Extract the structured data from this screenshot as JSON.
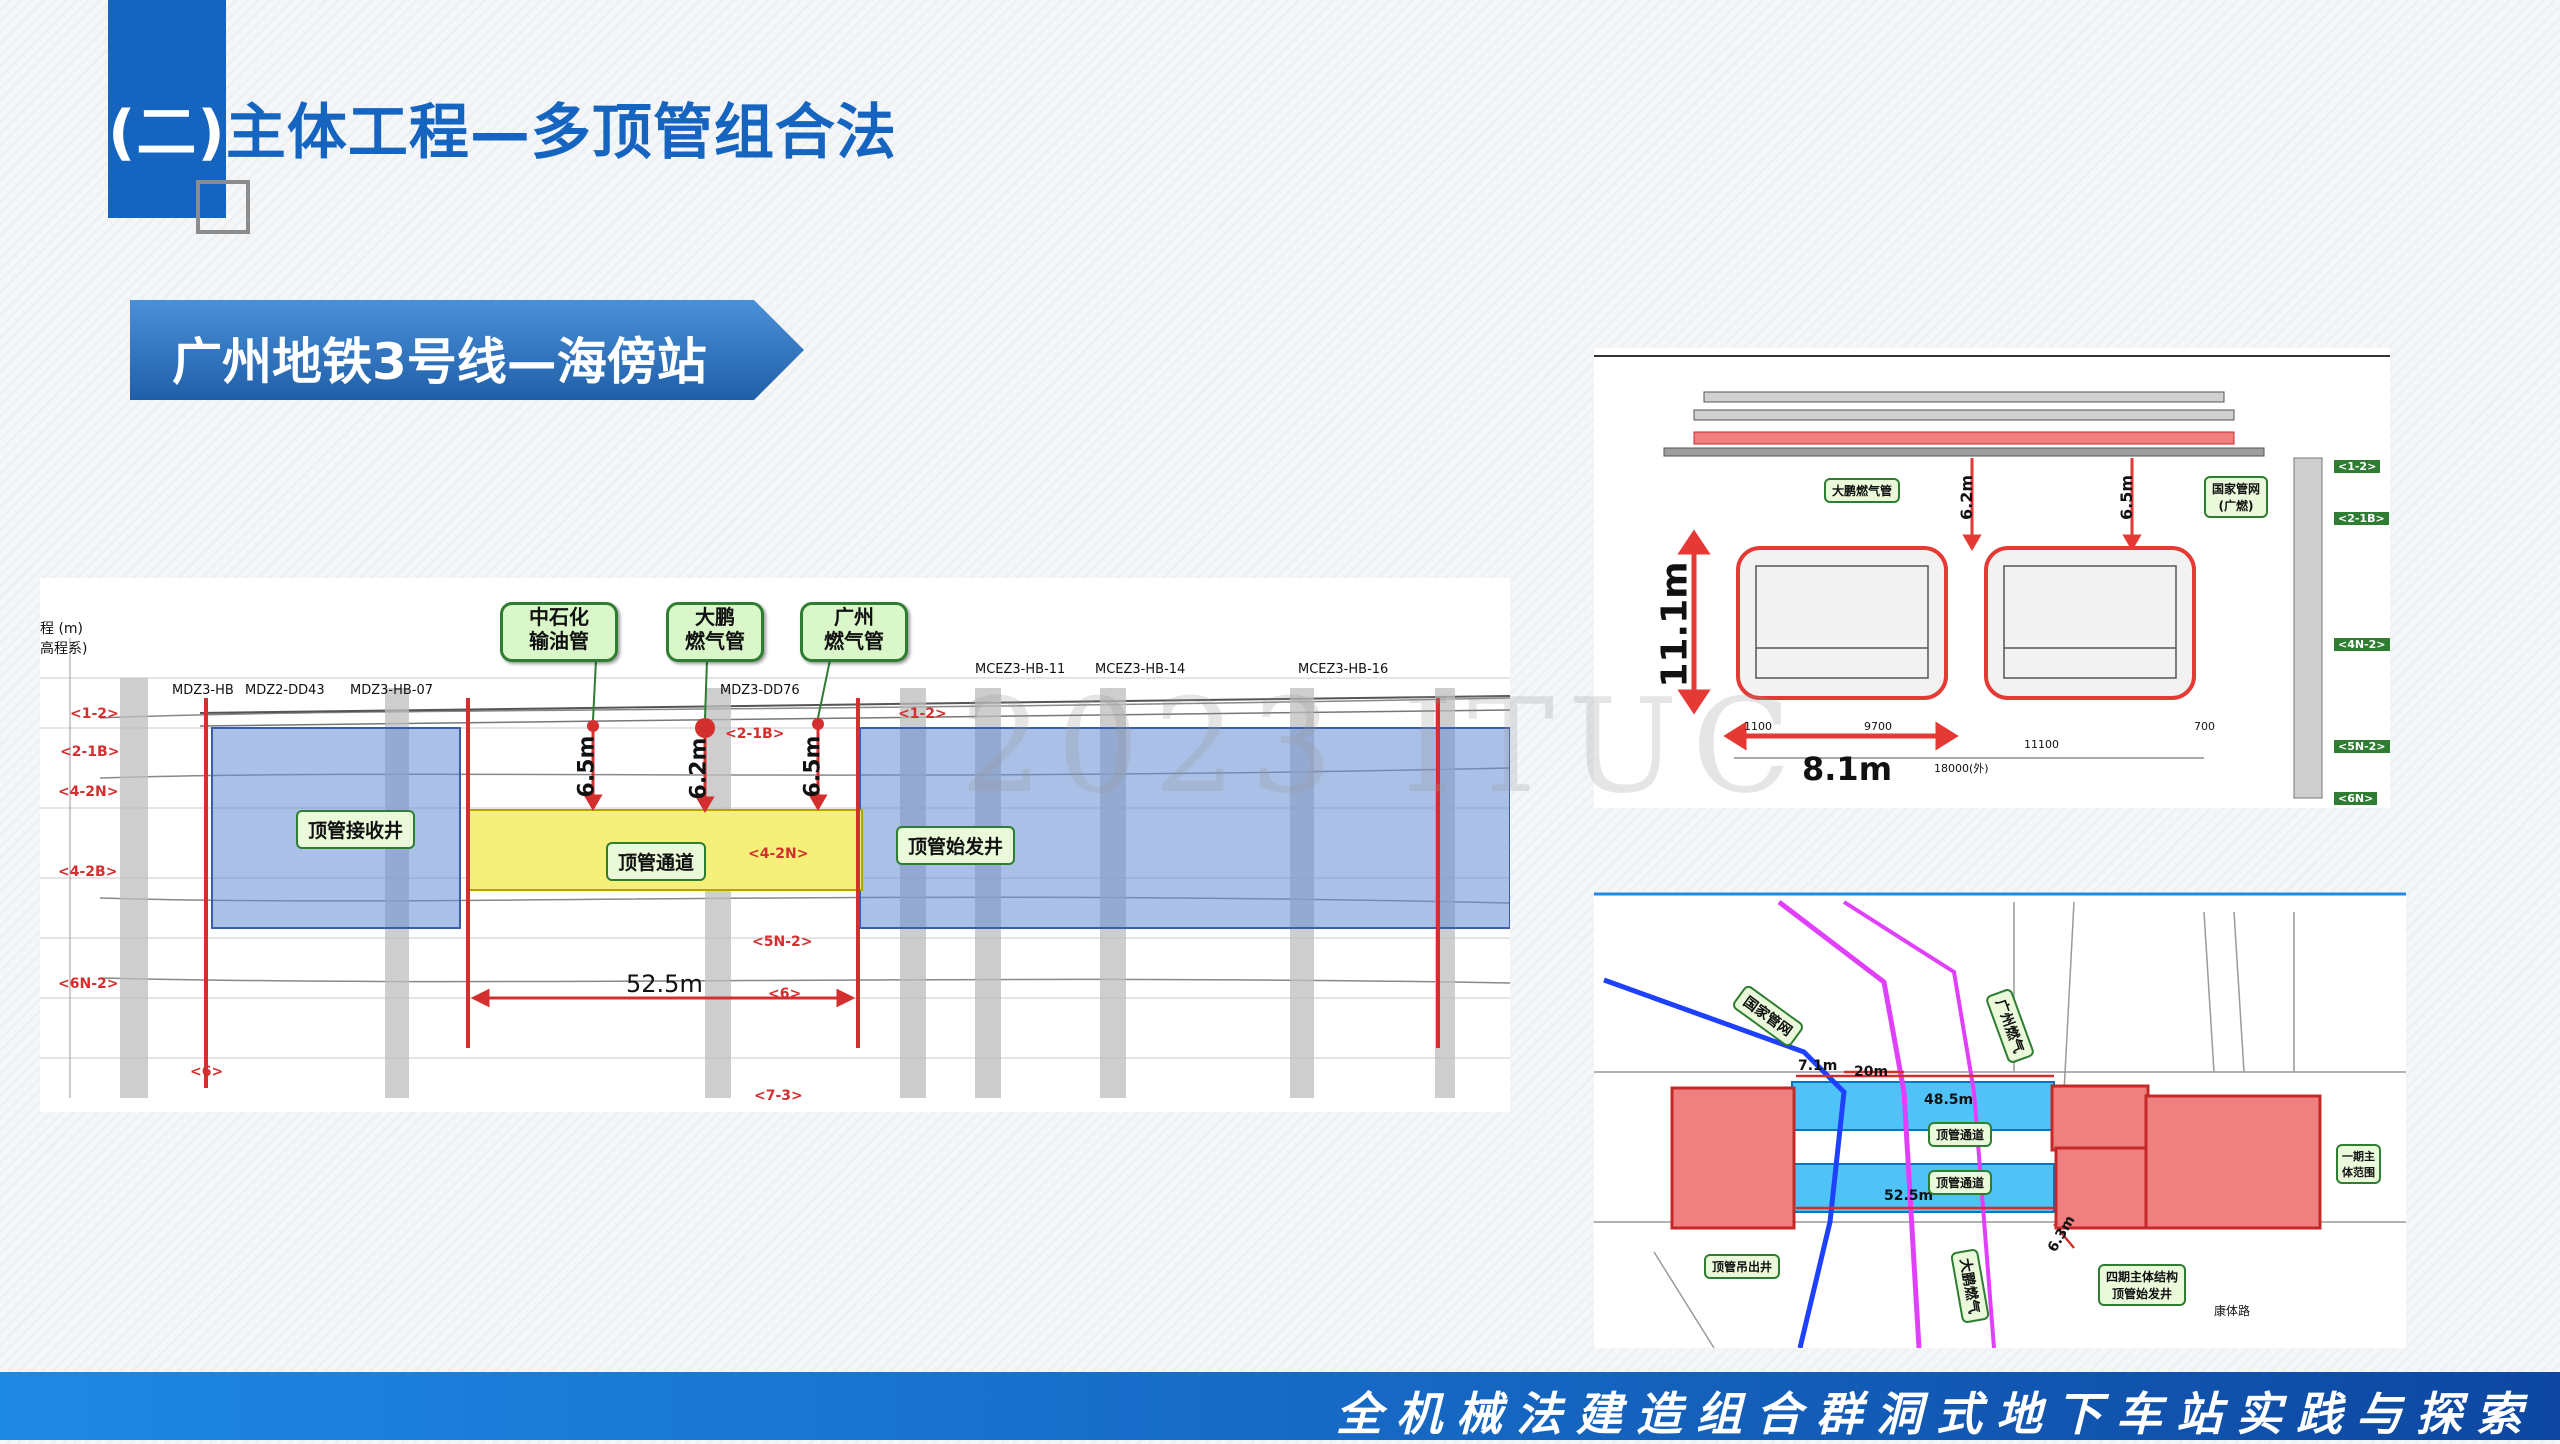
{
  "slide": {
    "section_number": "(二)",
    "title": "主体工程—多顶管组合法",
    "subtitle": "广州地铁3号线—海傍站",
    "footer": "全机械法建造组合群洞式地下车站实践与探索",
    "watermark": "2023 ITUC"
  },
  "profile_drawing": {
    "callouts": [
      "中石化\n输油管",
      "大鹏\n燃气管",
      "广州\n燃气管"
    ],
    "depth_labels": [
      "6.5m",
      "6.2m",
      "6.5m"
    ],
    "span_label": "52.5m",
    "box_labels": [
      "顶管接收井",
      "顶管通道",
      "顶管始发井"
    ],
    "layer_labels_left": [
      "<1-2>",
      "<2-1B>",
      "<4-2N>",
      "<4-2B>",
      "<6N-2>",
      "<6>"
    ],
    "layer_labels_mid": [
      "<2-1B>",
      "<1-2>",
      "<4-2N>",
      "<5N-2>",
      "<6>",
      "<7-3>"
    ],
    "axis_labels": [
      "程 (m)",
      "高程系)"
    ],
    "borehole_labels": [
      "MDZ3-HB",
      "MDZ2-DD43",
      "MDZ3-HB-07",
      "MDZ3-DD76",
      "MCEZ3-HB-11",
      "MCEZ3-HB-14",
      "MCEZ3-HB-16"
    ]
  },
  "cross_section": {
    "height_label": "11.1m",
    "width_label": "8.1m",
    "depth_labels": [
      "6.2m",
      "6.5m"
    ],
    "pipe_labels": [
      "大鹏燃气管",
      "国家管网\n(广燃)"
    ],
    "layer_labels": [
      "<1-2>",
      "<2-1B>",
      "<4N-2>",
      "<5N-2>",
      "<6N>"
    ],
    "dims": [
      "18000(外)",
      "11100",
      "9700",
      "1100",
      "700"
    ]
  },
  "plan_view": {
    "pipe_labels": [
      "国家管网",
      "广州燃气",
      "大鹏燃气"
    ],
    "dims": [
      "7.1m",
      "20m",
      "48.5m",
      "52.5m",
      "6.3m"
    ],
    "tunnel_labels": [
      "顶管通道",
      "顶管通道"
    ],
    "shaft_labels": [
      "顶管吊出井",
      "四期主体结构\n顶管始发井",
      "一期主\n体范围"
    ],
    "road_label": "康体路"
  },
  "colors": {
    "brand_blue": "#1565c0",
    "footer_blue": "#1e88e5",
    "dimension_red": "#e53935",
    "box_blue": "rgba(100,140,210,0.55)",
    "channel_yellow": "#f5f07a",
    "plan_pink": "#f08080",
    "plan_cyan": "#4fc3f7"
  }
}
